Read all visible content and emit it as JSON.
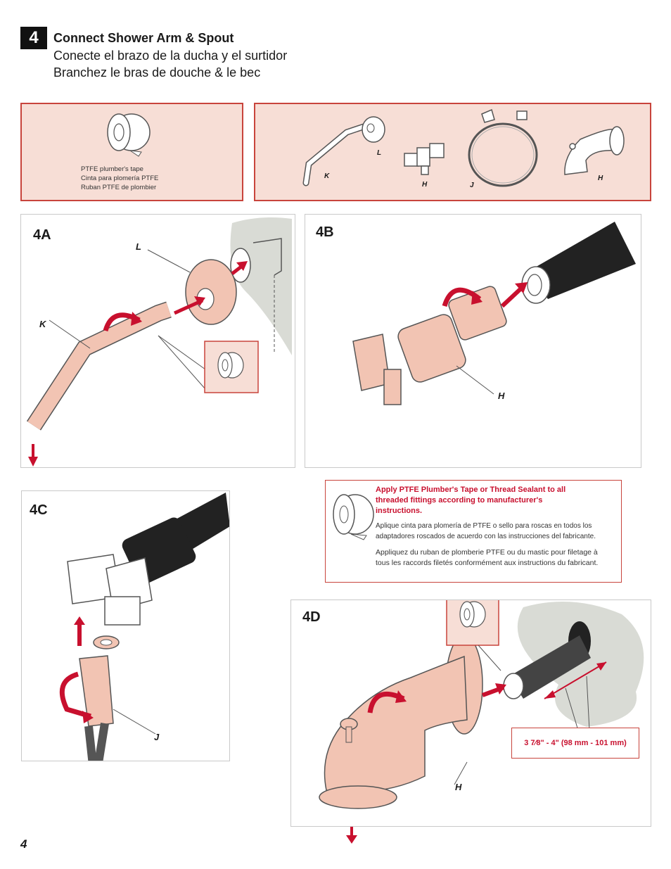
{
  "header": {
    "step_number": "4",
    "title_en": "Connect Shower Arm & Spout",
    "title_es": "Conecte el brazo de la ducha y el surtidor",
    "title_fr": "Branchez le bras de douche & le bec"
  },
  "supplies": {
    "tape_en": "PTFE plumber's tape",
    "tape_es": "Cinta para plomería PTFE",
    "tape_fr": "Ruban PTFE de plombier"
  },
  "parts": {
    "k": "K",
    "l": "L",
    "h1": "H",
    "j": "J",
    "h2": "H"
  },
  "panel_4a": {
    "label": "4A",
    "part_l": "L",
    "part_k": "K"
  },
  "panel_4b": {
    "label": "4B",
    "part_h": "H"
  },
  "panel_4c": {
    "label": "4C",
    "part_j": "J"
  },
  "panel_4d": {
    "label": "4D",
    "part_h": "H",
    "dimension": "3 7⁄8\" - 4\" (98 mm - 101 mm)"
  },
  "note": {
    "en": "Apply PTFE Plumber's Tape or Thread Sealant to all threaded fittings according to manufacturer's instructions.",
    "es": "Aplique cinta para plomería de PTFE o sello para roscas en todos los adaptadores roscados de acuerdo con las instrucciones del fabricante.",
    "fr": "Appliquez du ruban de plomberie PTFE ou du mastic pour filetage à tous les raccords filetés conformément aux instructions du fabricant."
  },
  "footer": {
    "page_number": "4"
  },
  "colors": {
    "accent_red": "#c8102e",
    "box_pink": "#f7ded6",
    "part_copper": "#f2c4b3",
    "wall_gray": "#d9dbd5"
  }
}
